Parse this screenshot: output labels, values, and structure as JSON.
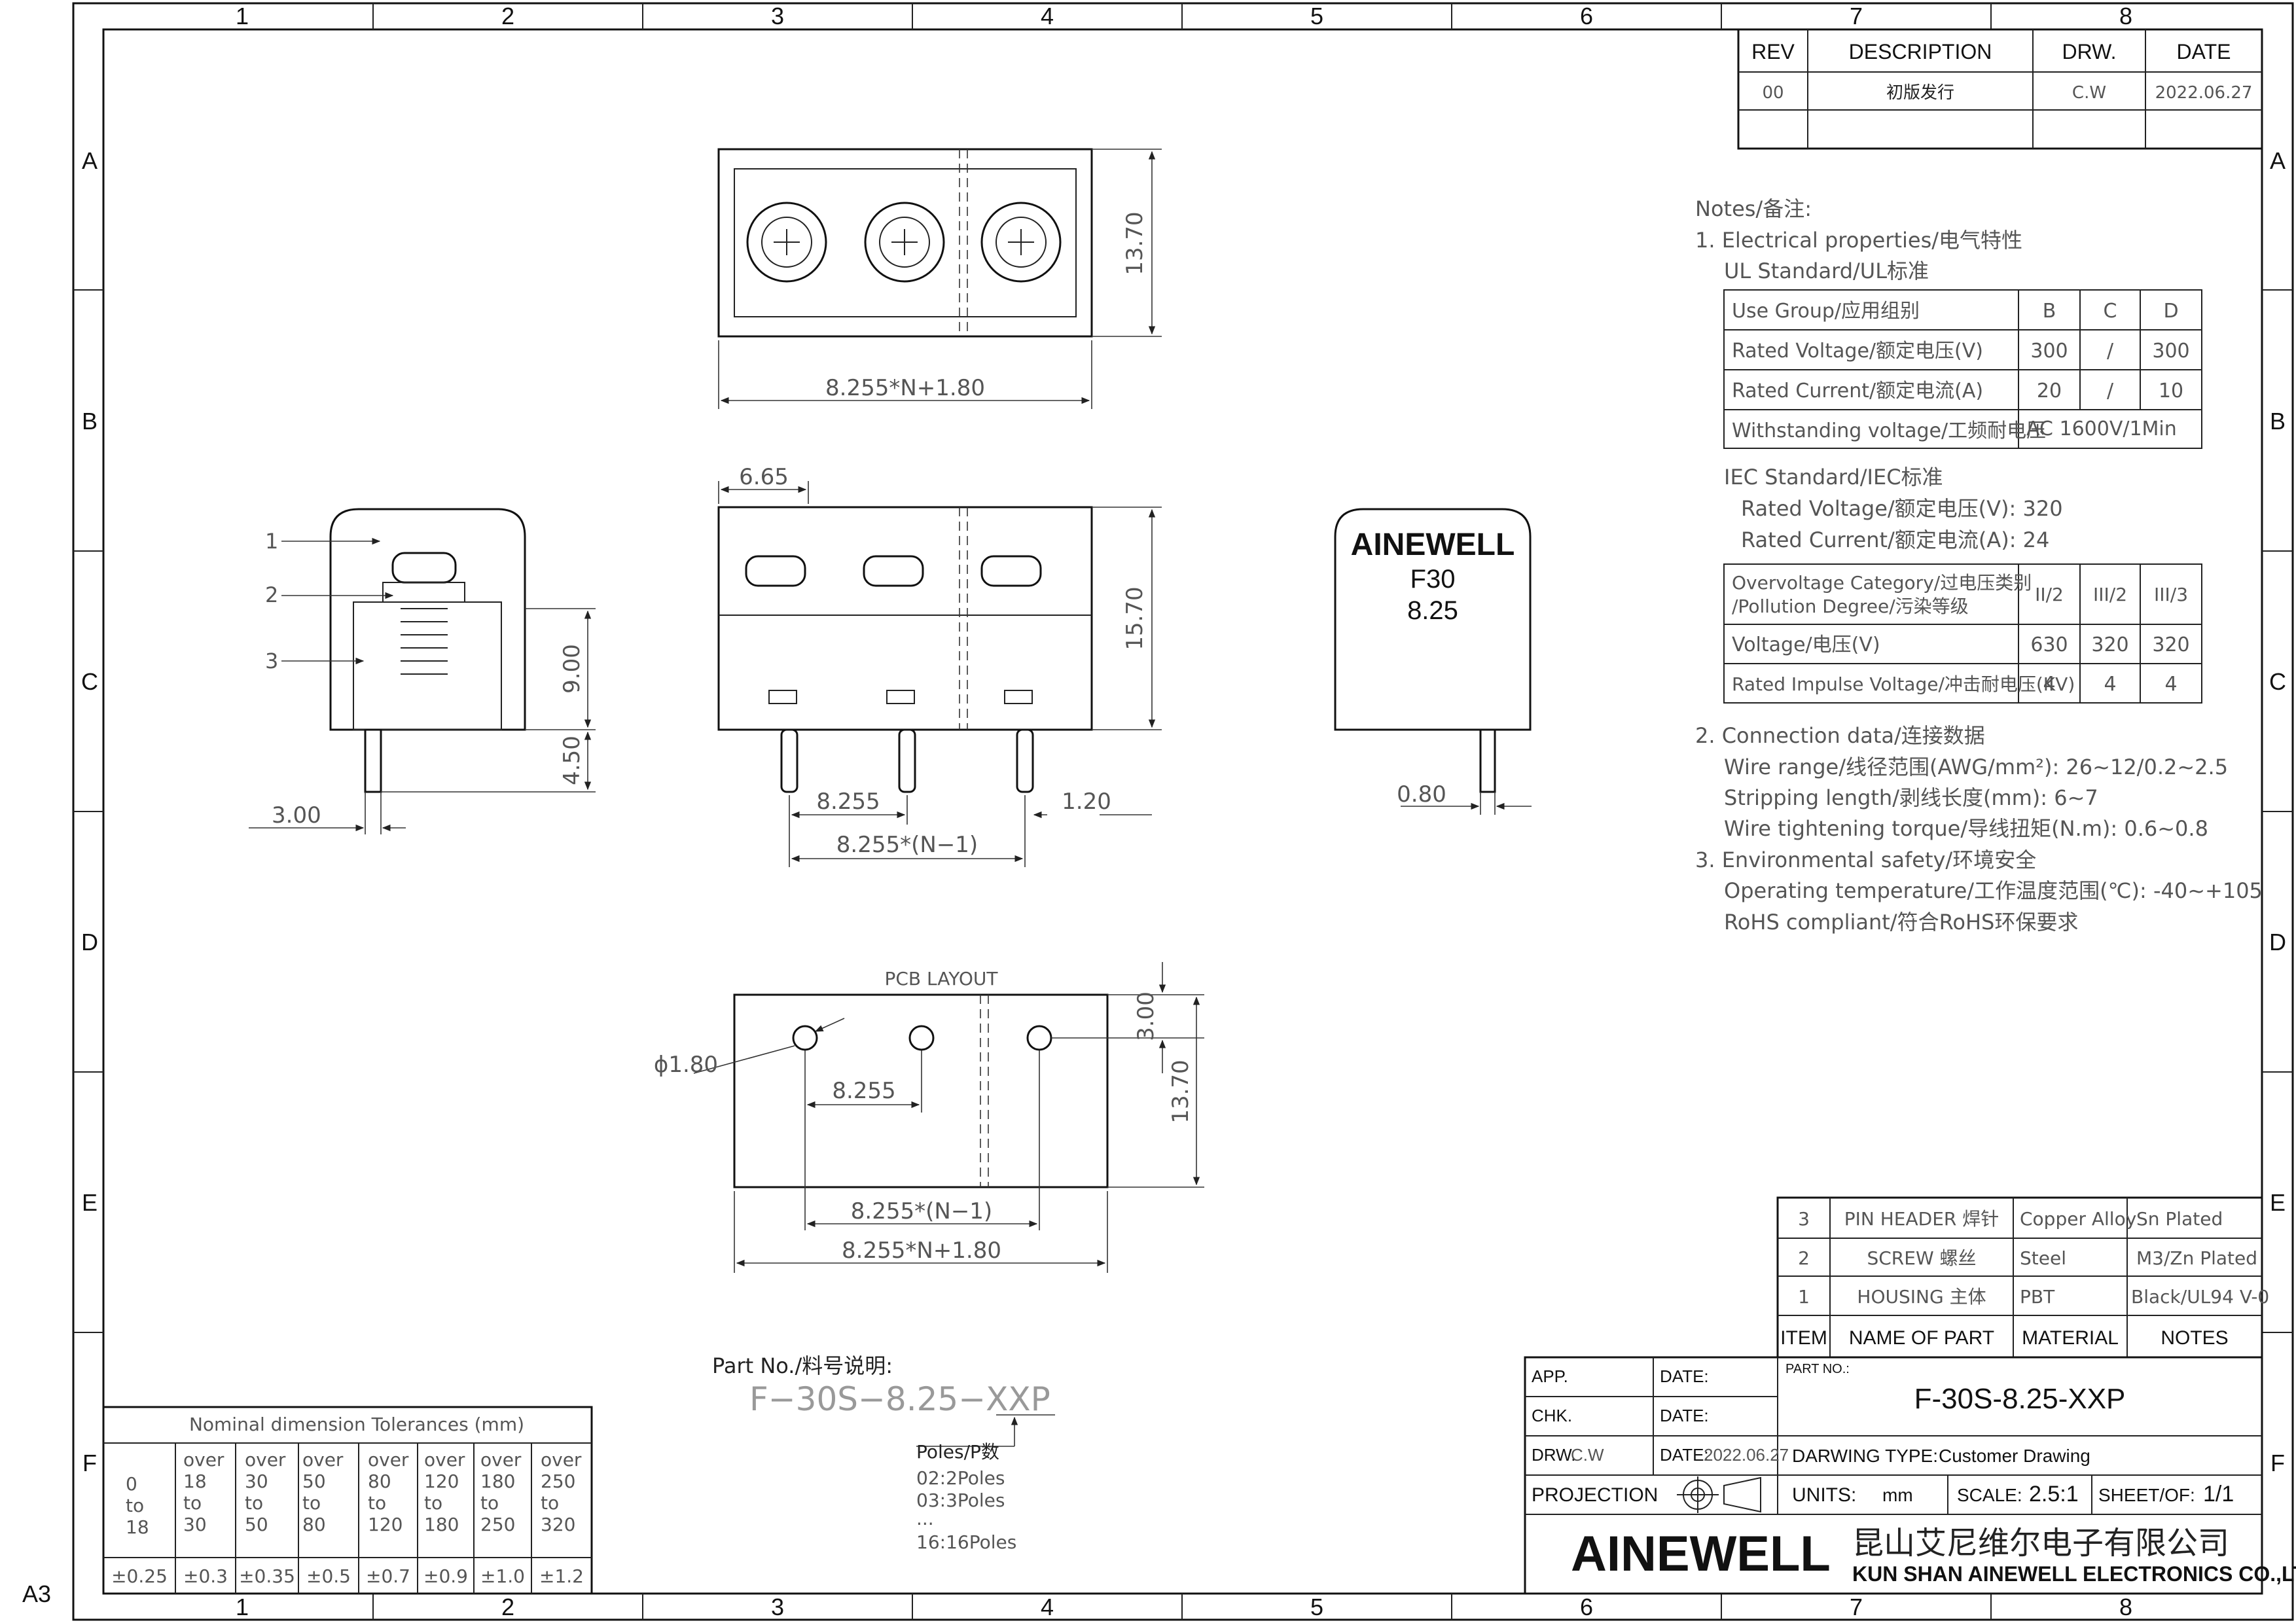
{
  "frame": {
    "cols": [
      "1",
      "2",
      "3",
      "4",
      "5",
      "6",
      "7",
      "8"
    ],
    "rows": [
      "A",
      "B",
      "C",
      "D",
      "E",
      "F"
    ],
    "sheet_size": "A3"
  },
  "revision": {
    "headers": [
      "REV",
      "DESCRIPTION",
      "DRW.",
      "DATE"
    ],
    "row": [
      "00",
      "初版发行",
      "C.W",
      "2022.06.27"
    ]
  },
  "notes": {
    "title": "Notes/备注:",
    "n1": "1. Electrical properties/电气特性",
    "ul": "UL Standard/UL标准",
    "ul_table": [
      [
        "Use Group/应用组别",
        "B",
        "C",
        "D"
      ],
      [
        "Rated Voltage/额定电压(V)",
        "300",
        "/",
        "300"
      ],
      [
        "Rated Current/额定电流(A)",
        "20",
        "/",
        "10"
      ],
      [
        "Withstanding voltage/工频耐电压",
        "AC 1600V/1Min"
      ]
    ],
    "iec": "IEC Standard/IEC标准",
    "iec_v": "Rated Voltage/额定电压(V): 320",
    "iec_a": "Rated Current/额定电流(A): 24",
    "iec_table": [
      [
        "Overvoltage Category/过电压类别",
        "/Pollution Degree/污染等级",
        "II/2",
        "III/2",
        "III/3"
      ],
      [
        "Voltage/电压(V)",
        "630",
        "320",
        "320"
      ],
      [
        "Rated Impulse Voltage/冲击耐电压(KV)",
        "4",
        "4",
        "4"
      ]
    ],
    "n2": "2. Connection data/连接数据",
    "wire": "Wire range/线径范围(AWG/mm²): 26~12/0.2~2.5",
    "strip": "Stripping length/剥线长度(mm): 6~7",
    "torque": "Wire tightening torque/导线扭矩(N.m): 0.6~0.8",
    "n3": "3. Environmental safety/环境安全",
    "temp": "Operating temperature/工作温度范围(℃): -40~+105",
    "rohs": "RoHS compliant/符合RoHS环保要求"
  },
  "dims": {
    "top_h": "13.70",
    "top_w": "8.255*N+1.80",
    "front_w": "6.65",
    "front_h": "15.70",
    "front_pitch": "8.255",
    "front_pin": "1.20",
    "front_span": "8.255*(N−1)",
    "side_h": "9.00",
    "side_pin": "4.50",
    "side_off": "3.00",
    "mark_pin": "0.80",
    "pcb_title": "PCB LAYOUT",
    "pcb_hole": "ϕ1.80",
    "pcb_pitch": "8.255",
    "pcb_off": "3.00",
    "pcb_h": "13.70",
    "pcb_span": "8.255*(N−1)",
    "pcb_w": "8.255*N+1.80",
    "callouts": [
      "1",
      "2",
      "3"
    ]
  },
  "marking": {
    "brand": "AINEWELL",
    "l1": "F30",
    "l2": "8.25"
  },
  "partno": {
    "title": "Part No./料号说明:",
    "code": "F−30S−8.25−XXP",
    "poles": "Poles/P数",
    "list": [
      "02:2Poles",
      "03:3Poles",
      "...",
      "16:16Poles"
    ]
  },
  "tolerance": {
    "title": "Nominal dimension Tolerances (mm)",
    "ranges": [
      [
        "0",
        "to",
        "18"
      ],
      [
        "over",
        "18",
        "to",
        "30"
      ],
      [
        "over",
        "30",
        "to",
        "50"
      ],
      [
        "over",
        "50",
        "to",
        "80"
      ],
      [
        "over",
        "80",
        "to",
        "120"
      ],
      [
        "over",
        "120",
        "to",
        "180"
      ],
      [
        "over",
        "180",
        "to",
        "250"
      ],
      [
        "over",
        "250",
        "to",
        "320"
      ]
    ],
    "values": [
      "±0.25",
      "±0.3",
      "±0.35",
      "±0.5",
      "±0.7",
      "±0.9",
      "±1.0",
      "±1.2"
    ]
  },
  "bom": {
    "rows": [
      [
        "3",
        "PIN HEADER 焊针",
        "Copper Alloy",
        "Sn Plated"
      ],
      [
        "2",
        "SCREW 螺丝",
        "Steel",
        "M3/Zn Plated"
      ],
      [
        "1",
        "HOUSING 主体",
        "PBT",
        "Black/UL94 V-0"
      ]
    ],
    "headers": [
      "ITEM",
      "NAME OF PART",
      "MATERIAL",
      "NOTES"
    ]
  },
  "title_block": {
    "app": "APP.",
    "chk": "CHK.",
    "drw": "DRW.",
    "drw_val": "C.W",
    "date": "DATE:",
    "date_val": "2022.06.27",
    "partno_label": "PART NO.:",
    "partno": "F-30S-8.25-XXP",
    "drawing_type": "DARWING TYPE:",
    "drawing_type_val": "Customer Drawing",
    "projection": "PROJECTION",
    "units": "UNITS:",
    "units_val": "mm",
    "scale": "SCALE:",
    "scale_val": "2.5:1",
    "sheet": "SHEET/OF:",
    "sheet_val": "1/1",
    "logo": "AINEWELL",
    "company_cn": "昆山艾尼维尔电子有限公司",
    "company_en": "KUN SHAN AINEWELL ELECTRONICS CO.,LTD"
  }
}
